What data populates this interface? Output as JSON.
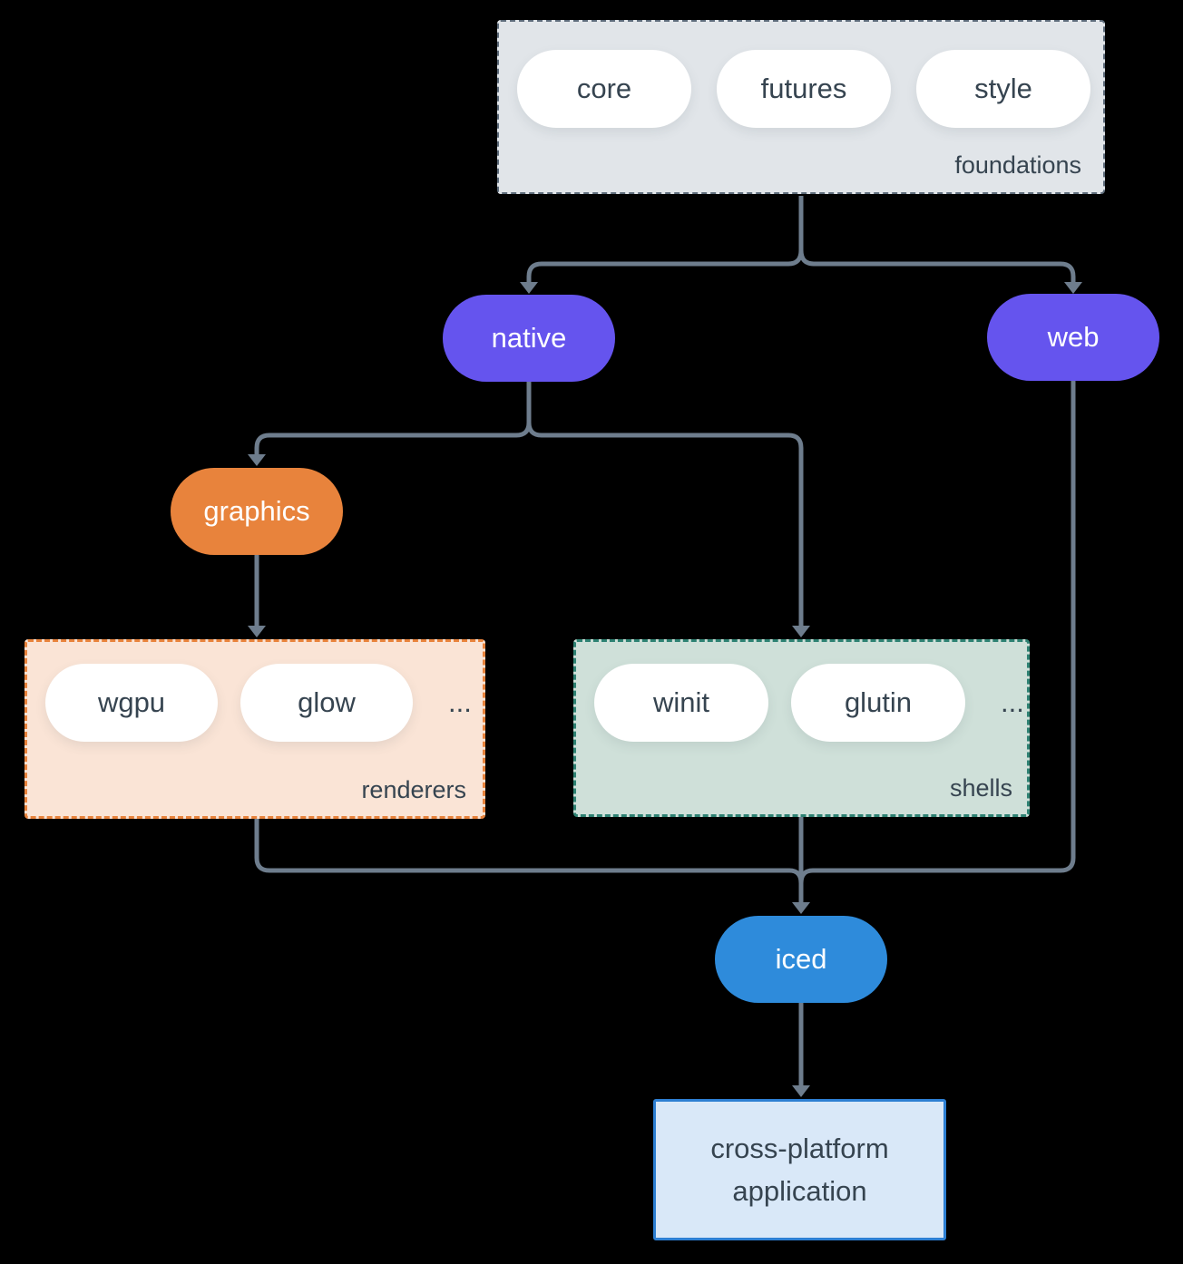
{
  "colors": {
    "background": "#000000",
    "connector": "#6e7d8d",
    "text_dark": "#364450",
    "pill_white": "#ffffff",
    "purple": "#6554ee",
    "orange": "#e8833c",
    "blue": "#2e8bdb",
    "foundations_fill": "#e1e5e9",
    "foundations_border": "#5d6b7a",
    "renderers_fill": "#fae4d6",
    "renderers_border": "#e8833c",
    "shells_fill": "#cfe0d9",
    "shells_border": "#2e8273",
    "app_fill": "#d9e8f8",
    "app_border": "#2d7fd3"
  },
  "groups": {
    "foundations": {
      "label": "foundations",
      "pills": [
        "core",
        "futures",
        "style"
      ]
    },
    "renderers": {
      "label": "renderers",
      "pills": [
        "wgpu",
        "glow"
      ],
      "ellipsis": "..."
    },
    "shells": {
      "label": "shells",
      "pills": [
        "winit",
        "glutin"
      ],
      "ellipsis": "..."
    }
  },
  "nodes": {
    "native": "native",
    "web": "web",
    "graphics": "graphics",
    "iced": "iced",
    "app_line1": "cross-platform",
    "app_line2": "application"
  }
}
